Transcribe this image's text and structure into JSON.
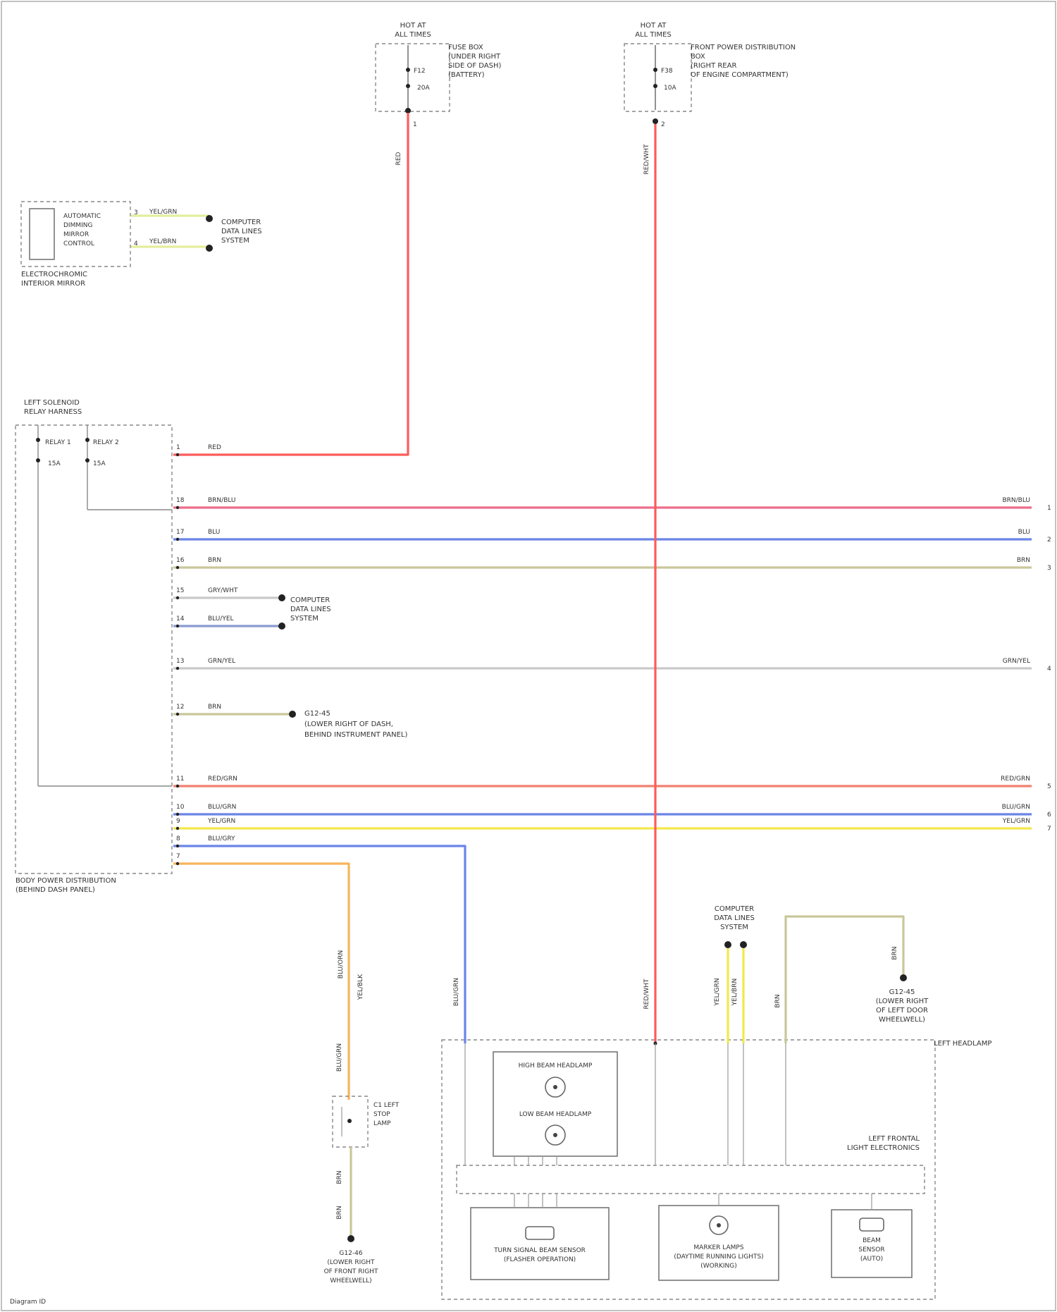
{
  "title": "",
  "footer": "Diagram ID",
  "wire_colors": {
    "red": "#ff5a5a",
    "pink": "#ee6d8a",
    "blue": "#6a84e8",
    "olive": "#c9c79a",
    "gray": "#c9c9c9",
    "lightblue": "#8a9ad0",
    "salmon": "#f08070",
    "yellow": "#f2e84a",
    "orange": "#f7b45c",
    "lime": "#e4ee9c"
  },
  "fuse_left": {
    "title_1": "HOT AT",
    "title_2": "ALL TIMES",
    "fuse_label_1": "FUSE BOX",
    "fuse_label_2": "(UNDER RIGHT",
    "fuse_label_3": "SIDE OF DASH)",
    "fuse_label_4": "(BATTERY)",
    "fuse_name": "F12",
    "fuse_rating": "20A",
    "wire_label": "RED",
    "pin": "1"
  },
  "fuse_right": {
    "title_1": "HOT AT",
    "title_2": "ALL TIMES",
    "fuse_label_1": "FRONT POWER DISTRIBUTION",
    "fuse_label_2": "BOX",
    "fuse_label_3": "(RIGHT REAR",
    "fuse_label_4": "OF ENGINE COMPARTMENT)",
    "fuse_name": "F38",
    "fuse_rating": "10A",
    "wire_label": "RED/WHT",
    "pin": "2"
  },
  "mirror": {
    "inner_1": "AUTOMATIC",
    "inner_2": "DIMMING",
    "inner_3": "MIRROR",
    "inner_4": "CONTROL",
    "caption_1": "ELECTROCHROMIC",
    "caption_2": "INTERIOR MIRROR",
    "wire_1": "YEL/GRN",
    "wire_2": "YEL/BRN",
    "pin_1": "3",
    "pin_2": "4",
    "dest_1": "COMPUTER",
    "dest_2": "DATA LINES",
    "dest_3": "SYSTEM"
  },
  "module": {
    "top_1": "LEFT SOLENOID",
    "top_2": "RELAY HARNESS",
    "sw1_label": "RELAY 1",
    "sw1_val": "15A",
    "sw2_label": "RELAY 2",
    "sw2_val": "15A",
    "caption_1": "BODY POWER DISTRIBUTION",
    "caption_2": "(BEHIND DASH PANEL)"
  },
  "bus_wires": [
    {
      "pin": "1",
      "label": "RED",
      "end_label": "",
      "end_pin": ""
    },
    {
      "pin": "18",
      "label": "BRN/BLU",
      "end_label": "BRN/BLU",
      "end_pin": "1"
    },
    {
      "pin": "17",
      "label": "BLU",
      "end_label": "BLU",
      "end_pin": "2"
    },
    {
      "pin": "16",
      "label": "BRN",
      "end_label": "BRN",
      "end_pin": "3"
    },
    {
      "pin": "15",
      "label": "GRY/WHT",
      "end_label": "",
      "end_pin": ""
    },
    {
      "pin": "14",
      "label": "BLU/YEL",
      "end_label": "",
      "end_pin": ""
    },
    {
      "pin": "13",
      "label": "GRN/YEL",
      "end_label": "GRN/YEL",
      "end_pin": "4"
    },
    {
      "pin": "12",
      "label": "BRN",
      "end_label": "",
      "end_pin": ""
    },
    {
      "pin": "11",
      "label": "RED/GRN",
      "end_label": "RED/GRN",
      "end_pin": "5"
    },
    {
      "pin": "10",
      "label": "BLU/GRN",
      "end_label": "BLU/GRN",
      "end_pin": "6"
    },
    {
      "pin": "9",
      "label": "YEL/GRN",
      "end_label": "YEL/GRN",
      "end_pin": "7"
    },
    {
      "pin": "8",
      "label": "BLU/GRY",
      "end_label": "",
      "end_pin": ""
    },
    {
      "pin": "7",
      "label": "",
      "end_label": "",
      "end_pin": ""
    }
  ],
  "data_lines_mid": {
    "line_1": "COMPUTER",
    "line_2": "DATA LINES",
    "line_3": "SYSTEM"
  },
  "ground_mid": {
    "line_1": "G12-45",
    "line_2": "(LOWER RIGHT OF DASH,",
    "line_3": "BEHIND INSTRUMENT PANEL)"
  },
  "connector": {
    "line_1": "C1 LEFT",
    "line_2": "STOP",
    "line_3": "LAMP",
    "top_label": "BLU/ORN",
    "top_label_2": "YEL/BLK",
    "lower_label": "BLU/GRN",
    "low_1": "BRN",
    "low_2": "BRN"
  },
  "ground_bottom": {
    "line_1": "G12-46",
    "line_2": "(LOWER RIGHT",
    "line_3": "OF FRONT RIGHT",
    "line_4": "WHEELWELL)"
  },
  "vertical_labels": {
    "blue": "BLU/GRN",
    "red": "RED/WHT",
    "yel_1": "YEL/GRN",
    "yel_2": "YEL/BRN",
    "olive": "BRN"
  },
  "data_lines_right": {
    "line_1": "COMPUTER",
    "line_2": "DATA LINES",
    "line_3": "SYSTEM"
  },
  "ground_right": {
    "line_1": "G12-45",
    "line_2": "(LOWER RIGHT",
    "line_3": "OF LEFT DOOR",
    "line_4": "WHEELWELL)",
    "wire": "BRN"
  },
  "headlamp": {
    "title": "LEFT HEADLAMP",
    "high_beam": "HIGH BEAM HEADLAMP",
    "low_beam": "LOW BEAM HEADLAMP",
    "module_1": "LEFT FRONTAL",
    "module_2": "LIGHT ELECTRONICS",
    "box1_1": "TURN SIGNAL BEAM SENSOR",
    "box1_2": "(FLASHER OPERATION)",
    "box2_1": "MARKER LAMPS",
    "box2_2": "(DAYTIME RUNNING LIGHTS)",
    "box2_3": "(WORKING)",
    "box3_1": "BEAM",
    "box3_2": "SENSOR",
    "box3_3": "(AUTO)"
  }
}
